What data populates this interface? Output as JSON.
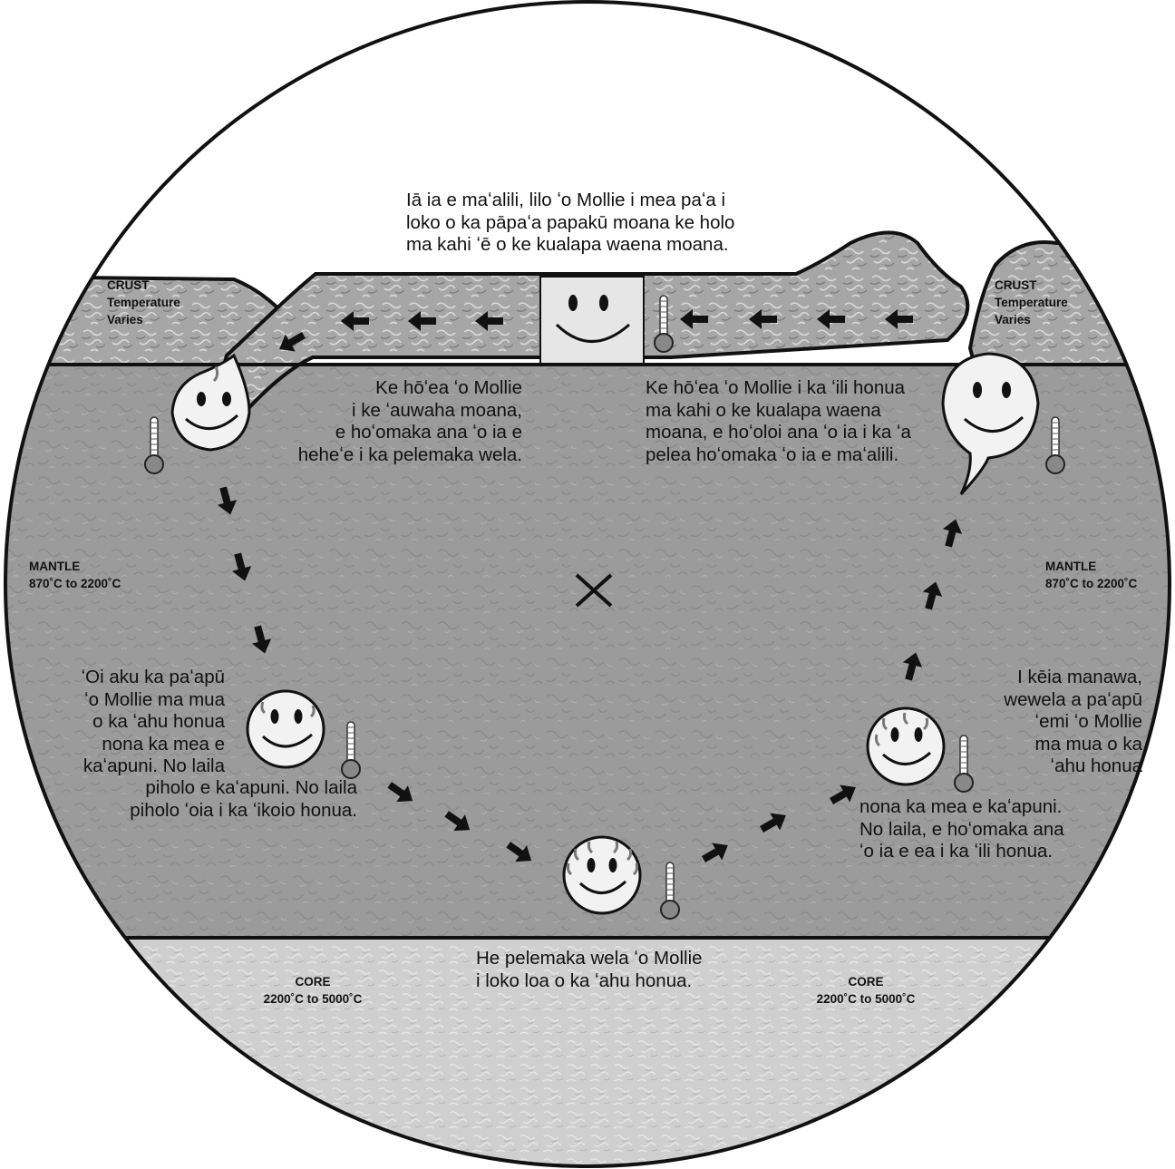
{
  "labels": {
    "crust_left": {
      "line1": "CRUST",
      "line2": "Temperature",
      "line3": "Varies"
    },
    "crust_right": {
      "line1": "CRUST",
      "line2": "Temperature",
      "line3": "Varies"
    },
    "mantle_left": {
      "line1": "MANTLE",
      "line2": "870˚C to 2200˚C"
    },
    "mantle_right": {
      "line1": "MANTLE",
      "line2": "870˚C to 2200˚C"
    },
    "core_left": {
      "line1": "CORE",
      "line2": "2200˚C to 5000˚C"
    },
    "core_right": {
      "line1": "CORE",
      "line2": "2200˚C to 5000˚C"
    }
  },
  "captions": {
    "top": [
      "Iā ia e maʻalili, lilo ʻo Mollie i mea paʻa i",
      "loko o ka pāpaʻa papakū moana ke holo",
      "ma kahi ʻē o ke kualapa waena moana."
    ],
    "upper_left": [
      "Ke hōʻea ʻo Mollie",
      "i ke ʻauwaha moana,",
      "e hoʻomaka ana ʻo ia e",
      "heheʻe i ka pelemaka wela."
    ],
    "upper_right": [
      "Ke hōʻea ʻo Mollie i ka ʻili honua",
      "ma kahi o ke kualapa waena",
      "moana, e hoʻoloi ana ʻo ia i ka ʻa",
      "pelea hoʻomaka ʻo ia e maʻalili."
    ],
    "left": [
      "ʻOi aku ka paʻapū",
      "ʻo Mollie ma mua",
      "o ka ʻahu honua",
      "nona ka mea e",
      "kaʻapuni. No laila",
      "piholo e kaʻapuni. No laila",
      "piholo ʻoia i ka ʻikoio honua."
    ],
    "right": [
      "I kēia manawa,",
      "wewela a paʻapū",
      "ʻemi ʻo Mollie",
      "ma mua o ka",
      "ʻahu honua",
      "nona ka mea e kaʻapuni.",
      "No laila, e hoʻomaka ana",
      "ʻo ia e ea i ka ʻili honua."
    ],
    "bottom": [
      "He pelemaka wela ʻo Mollie",
      "i loko loa o ka ʻahu honua."
    ]
  },
  "colors": {
    "crust": "#a9a9a9",
    "mantle": "#999999",
    "core": "#cfcfcf",
    "outline": "#111111",
    "face": "#f2f2f2"
  },
  "icons": [
    "smiley-face-icon",
    "thermometer-icon",
    "arrow-icon",
    "x-mark-icon"
  ]
}
